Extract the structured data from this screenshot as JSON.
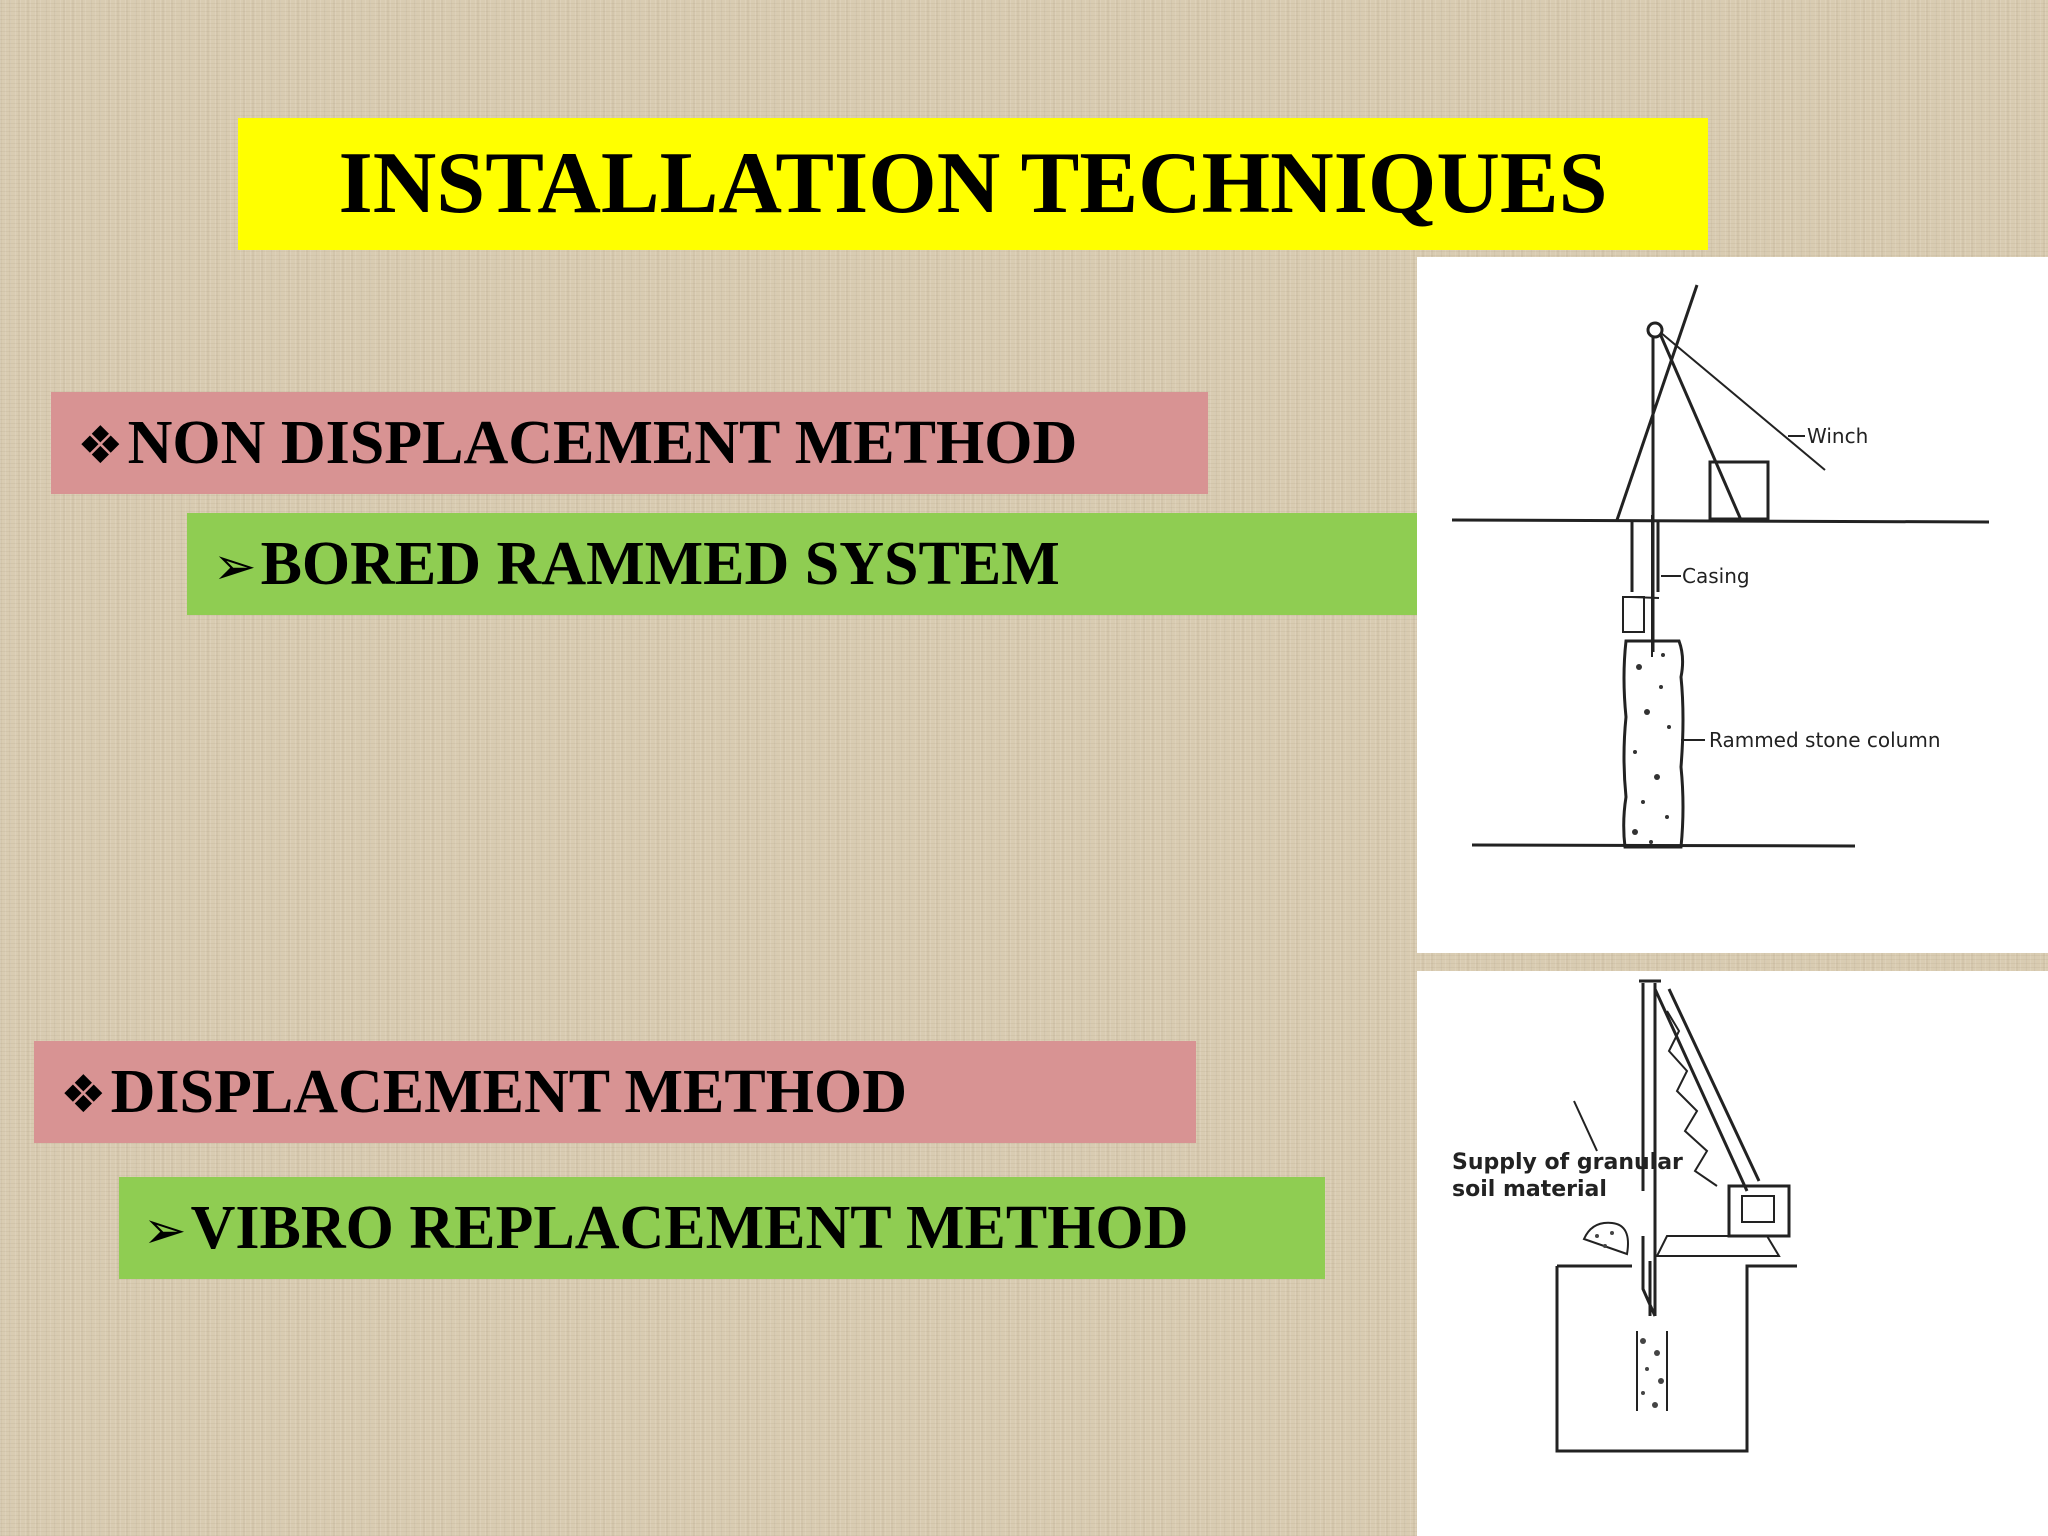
{
  "title": "INSTALLATION TECHNIQUES",
  "sections": [
    {
      "bullet": "❖",
      "heading": "NON DISPLACEMENT METHOD",
      "sub_bullet": "➢",
      "sub_item": "BORED RAMMED SYSTEM"
    },
    {
      "bullet": "❖",
      "heading": "DISPLACEMENT METHOD",
      "sub_bullet": "➢",
      "sub_item": "VIBRO REPLACEMENT METHOD"
    }
  ],
  "figure1": {
    "labels": {
      "winch": "Winch",
      "casing": "Casing",
      "column": "Rammed stone column"
    }
  },
  "figure2": {
    "labels": {
      "supply_line1": "Supply of granular",
      "supply_line2": "soil material"
    }
  },
  "colors": {
    "title_bg": "#ffff00",
    "heading_bg": "#d89393",
    "subitem_bg": "#8fcd52",
    "background": "#d9ccb2"
  }
}
